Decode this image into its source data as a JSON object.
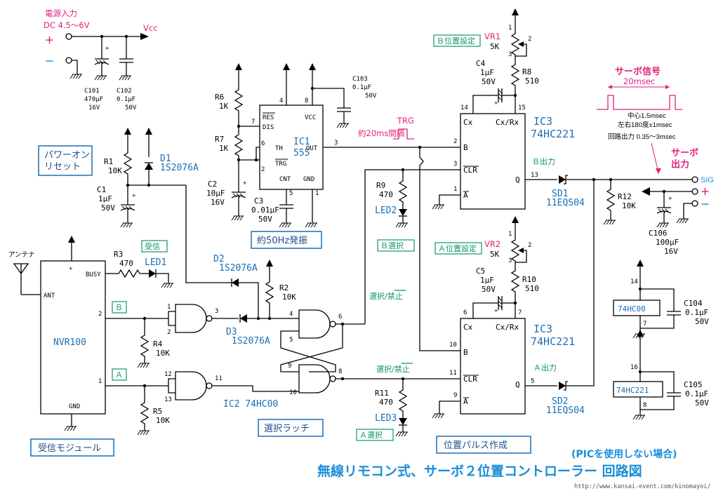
{
  "title": "無線リモコン式、サーボ２位置コントローラー 回路図",
  "subtitle": "(PICを使用しない場合)",
  "url": "http://www.kansai-event.com/kinomayoi/",
  "power": {
    "label": "電源入力",
    "range": "DC 4.5～6V",
    "plus": "＋",
    "minus": "－",
    "vcc": "Vcc"
  },
  "blocks": {
    "power_on_reset": "パワーオン\nリセット",
    "osc": "約50Hz発振",
    "latch": "選択ラッチ",
    "pulse": "位置パルス作成",
    "receiver": "受信モジュール"
  },
  "green_labels": {
    "b_pos": "Ｂ位置設定",
    "a_pos": "Ａ位置設定",
    "recv": "受信",
    "b_in": "Ｂ",
    "a_in": "Ａ",
    "b_sel": "Ｂ選択",
    "a_sel": "Ａ選択",
    "sel_b": "選択/禁止",
    "sel_a": "選択/禁止",
    "b_out": "Ｂ出力",
    "a_out": "Ａ出力"
  },
  "servo": {
    "signal_title": "サーボ信号",
    "period": "20msec",
    "center": "中心1.5msec",
    "range": "左右180度±1msec",
    "output": "回路出力 0.35～3msec",
    "out_title": "サーボ\n出力",
    "sig": "SIG",
    "plus": "＋",
    "minus": "－"
  },
  "trg": {
    "label": "TRG",
    "interval": "約20ms間隔"
  },
  "components": {
    "C101": [
      "C101",
      "470μF",
      "16V"
    ],
    "C102": [
      "C102",
      "0.1μF",
      "50V"
    ],
    "R1": [
      "R1",
      "10K"
    ],
    "D1": [
      "D1",
      "1S2076A"
    ],
    "C1": [
      "C1",
      "1μF",
      "50V"
    ],
    "R6": [
      "R6",
      "1K"
    ],
    "R7": [
      "R7",
      "1K"
    ],
    "C2": [
      "C2",
      "10μF",
      "16V"
    ],
    "C3": [
      "C3",
      "0.01μF",
      "50V"
    ],
    "C103": [
      "C103",
      "0.1μF",
      "50V"
    ],
    "IC1": [
      "IC1",
      "555"
    ],
    "R3": [
      "R3",
      "470"
    ],
    "LED1": [
      "LED1"
    ],
    "D2": [
      "D2",
      "1S2076A"
    ],
    "R2": [
      "R2",
      "10K"
    ],
    "D3": [
      "D3",
      "1S2076A"
    ],
    "R4": [
      "R4",
      "10K"
    ],
    "R5": [
      "R5",
      "10K"
    ],
    "IC2": [
      "IC2 74HC00"
    ],
    "VR1": [
      "VR1",
      "5K"
    ],
    "VR2": [
      "VR2",
      "5K"
    ],
    "C4": [
      "C4",
      "1μF",
      "50V"
    ],
    "C5": [
      "C5",
      "1μF",
      "50V"
    ],
    "R8": [
      "R8",
      "510"
    ],
    "R10": [
      "R10",
      "510"
    ],
    "R9": [
      "R9",
      "470"
    ],
    "R11": [
      "R11",
      "470"
    ],
    "LED2": [
      "LED2"
    ],
    "LED3": [
      "LED3"
    ],
    "IC3a": [
      "IC3",
      "74HC221"
    ],
    "IC3b": [
      "IC3",
      "74HC221"
    ],
    "SD1": [
      "SD1",
      "11EQS04"
    ],
    "SD2": [
      "SD2",
      "11EQS04"
    ],
    "R12": [
      "R12",
      "10K"
    ],
    "C106": [
      "C106",
      "100μF",
      "16V"
    ],
    "C104": [
      "C104",
      "0.1μF",
      "50V"
    ],
    "C105": [
      "C105",
      "0.1μF",
      "50V"
    ],
    "U74HC00": [
      "74HC00"
    ],
    "U74HC221": [
      "74HC221"
    ]
  },
  "nvr": {
    "name": "NVR100",
    "antenna": "アンテナ",
    "ant": "ANT",
    "busy": "BUSY",
    "gnd": "GND",
    "plus": "+"
  },
  "pins555": {
    "res": "RES",
    "dis": "DIS",
    "vcc": "VCC",
    "th": "TH",
    "trg": "TRG",
    "out": "OUT",
    "cnt": "CNT",
    "gnd": "GND"
  },
  "pins221": {
    "cx": "Cx",
    "cxrx": "Cx/Rx",
    "b": "B",
    "clr": "CLR",
    "a": "A",
    "q": "Q"
  },
  "pin_numbers": {
    "n555": [
      "4",
      "8",
      "7",
      "6",
      "2",
      "3",
      "5",
      "1"
    ],
    "ic3a": [
      "14",
      "15",
      "2",
      "3",
      "1",
      "13"
    ],
    "ic3b": [
      "6",
      "7",
      "10",
      "11",
      "9",
      "5"
    ],
    "nand1": [
      "1",
      "2",
      "3"
    ],
    "nand2": [
      "12",
      "13",
      "11"
    ],
    "nand3": [
      "4",
      "5",
      "6"
    ],
    "nand4": [
      "9",
      "10",
      "8"
    ],
    "vr1": [
      "1",
      "2",
      "3"
    ],
    "vr2": [
      "1",
      "2",
      "3"
    ],
    "nvr_pins": [
      "2",
      "1"
    ],
    "ic_sup1": [
      "14",
      "7"
    ],
    "ic_sup2": [
      "16",
      "8"
    ]
  }
}
